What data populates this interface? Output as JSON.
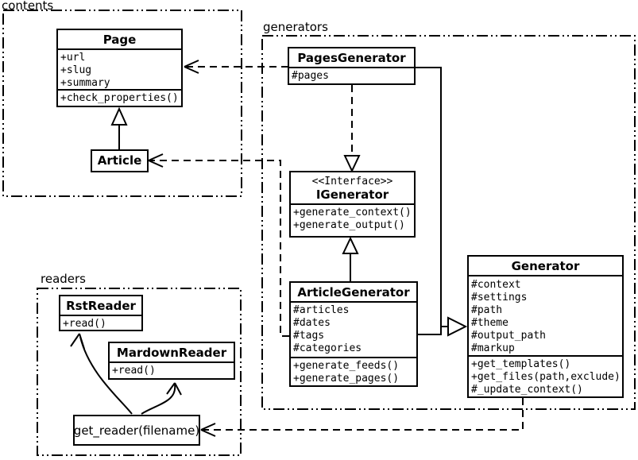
{
  "packages": {
    "contents": {
      "label": "contents"
    },
    "generators": {
      "label": "generators"
    },
    "readers": {
      "label": "readers"
    }
  },
  "classes": {
    "page": {
      "name": "Page",
      "attributes": [
        "+url",
        "+slug",
        "+summary"
      ],
      "methods": [
        "+check_properties()"
      ]
    },
    "article": {
      "name": "Article"
    },
    "pages_generator": {
      "name": "PagesGenerator",
      "attributes": [
        "#pages"
      ]
    },
    "igenerator": {
      "stereotype": "<<Interface>>",
      "name": "IGenerator",
      "methods": [
        "+generate_context()",
        "+generate_output()"
      ]
    },
    "article_generator": {
      "name": "ArticleGenerator",
      "attributes": [
        "#articles",
        "#dates",
        "#tags",
        "#categories"
      ],
      "methods": [
        "+generate_feeds()",
        "+generate_pages()"
      ]
    },
    "generator": {
      "name": "Generator",
      "attributes": [
        "#context",
        "#settings",
        "#path",
        "#theme",
        "#output_path",
        "#markup"
      ],
      "methods": [
        "+get_templates()",
        "+get_files(path,exclude)",
        "#_update_context()"
      ]
    },
    "rst_reader": {
      "name": "RstReader",
      "methods": [
        "+read()"
      ]
    },
    "mardown_reader": {
      "name": "MardownReader",
      "methods": [
        "+read()"
      ]
    }
  },
  "function_box": {
    "label": "get_reader(filename)"
  },
  "relationships": [
    {
      "from": "Article",
      "to": "Page",
      "type": "generalization"
    },
    {
      "from": "PagesGenerator",
      "to": "Page",
      "type": "dependency"
    },
    {
      "from": "PagesGenerator",
      "to": "IGenerator",
      "type": "realization"
    },
    {
      "from": "ArticleGenerator",
      "to": "IGenerator",
      "type": "generalization"
    },
    {
      "from": "PagesGenerator",
      "to": "Generator",
      "type": "generalization"
    },
    {
      "from": "ArticleGenerator",
      "to": "Generator",
      "type": "generalization"
    },
    {
      "from": "ArticleGenerator",
      "to": "Article",
      "type": "dependency"
    },
    {
      "from": "Generator",
      "to": "get_reader(filename)",
      "type": "dependency"
    },
    {
      "from": "get_reader(filename)",
      "to": "RstReader",
      "type": "arrow"
    },
    {
      "from": "get_reader(filename)",
      "to": "MardownReader",
      "type": "arrow"
    }
  ],
  "colors": {
    "line": "#000000",
    "background": "#ffffff"
  }
}
